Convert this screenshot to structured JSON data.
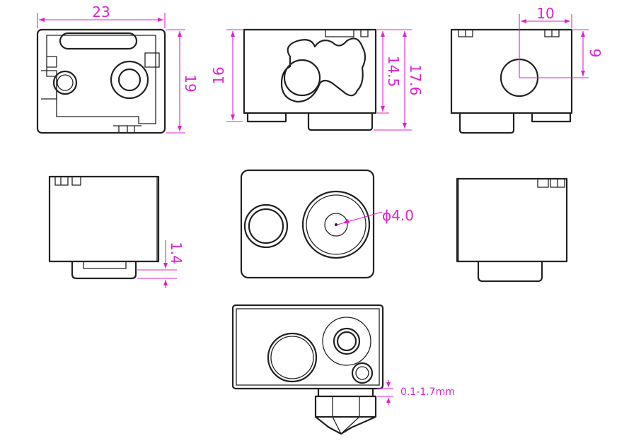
{
  "colors": {
    "outline": "#222222",
    "dimension": "#e020d0",
    "background": "#ffffff"
  },
  "dimensions": {
    "width": "23",
    "height_side": "19",
    "height_front": "16",
    "height_inner": "14.5",
    "height_total": "17.6",
    "hole_offset_x": "10",
    "hole_offset_y": "9",
    "gap": "1.4",
    "nozzle_diameter": "ϕ4.0",
    "nozzle_gap": "0.1-1.7mm"
  }
}
